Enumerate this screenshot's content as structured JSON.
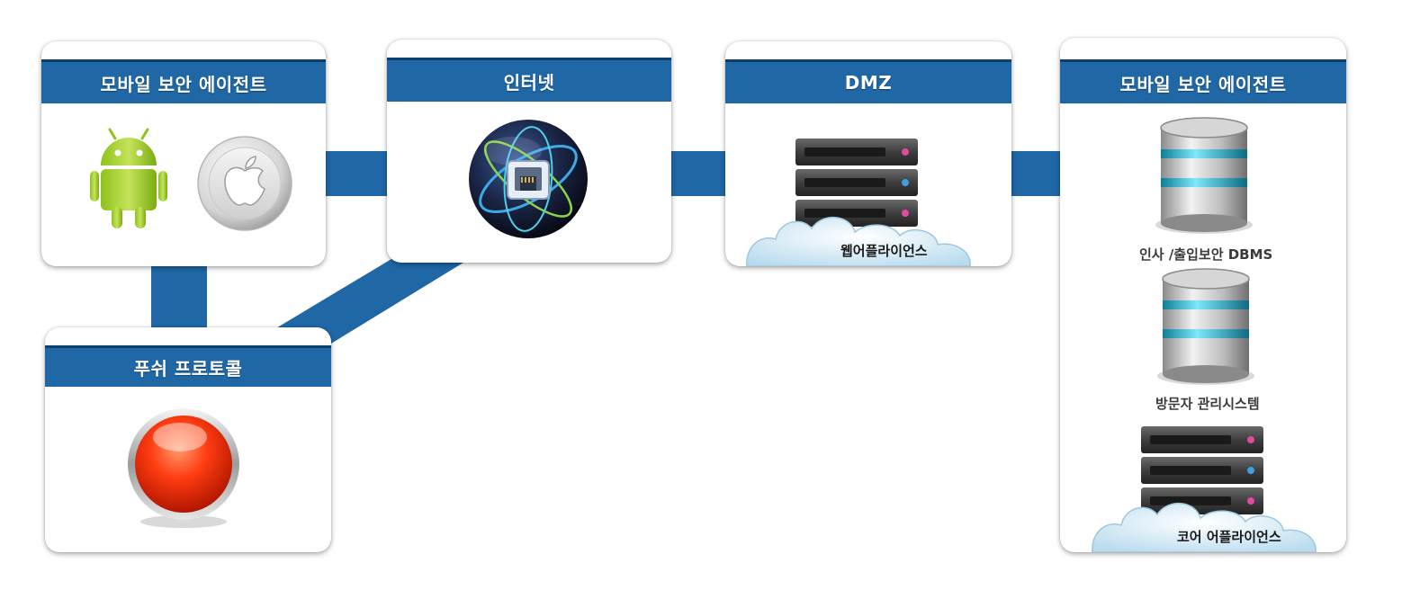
{
  "cards": {
    "mobile_agent_left": {
      "title": "모바일 보안 에이전트"
    },
    "internet": {
      "title": "인터넷"
    },
    "dmz": {
      "title": "DMZ",
      "label": "웹어플라이언스"
    },
    "mobile_agent_right": {
      "title": "모바일 보안 에이전트",
      "items": [
        {
          "label": "인사 /출입보안 DBMS"
        },
        {
          "label": "방문자 관리시스템"
        },
        {
          "label": "코어 어플라이언스"
        }
      ]
    },
    "push_protocol": {
      "title": "푸쉬 프로토콜"
    }
  },
  "icons": [
    "android-robot-icon",
    "apple-logo-icon",
    "globe-network-icon",
    "server-rack-icon",
    "database-icon",
    "red-button-icon"
  ],
  "colors": {
    "header_blue": "#1f67a5",
    "connector_blue": "#1f67a5",
    "card_background": "#ffffff"
  }
}
